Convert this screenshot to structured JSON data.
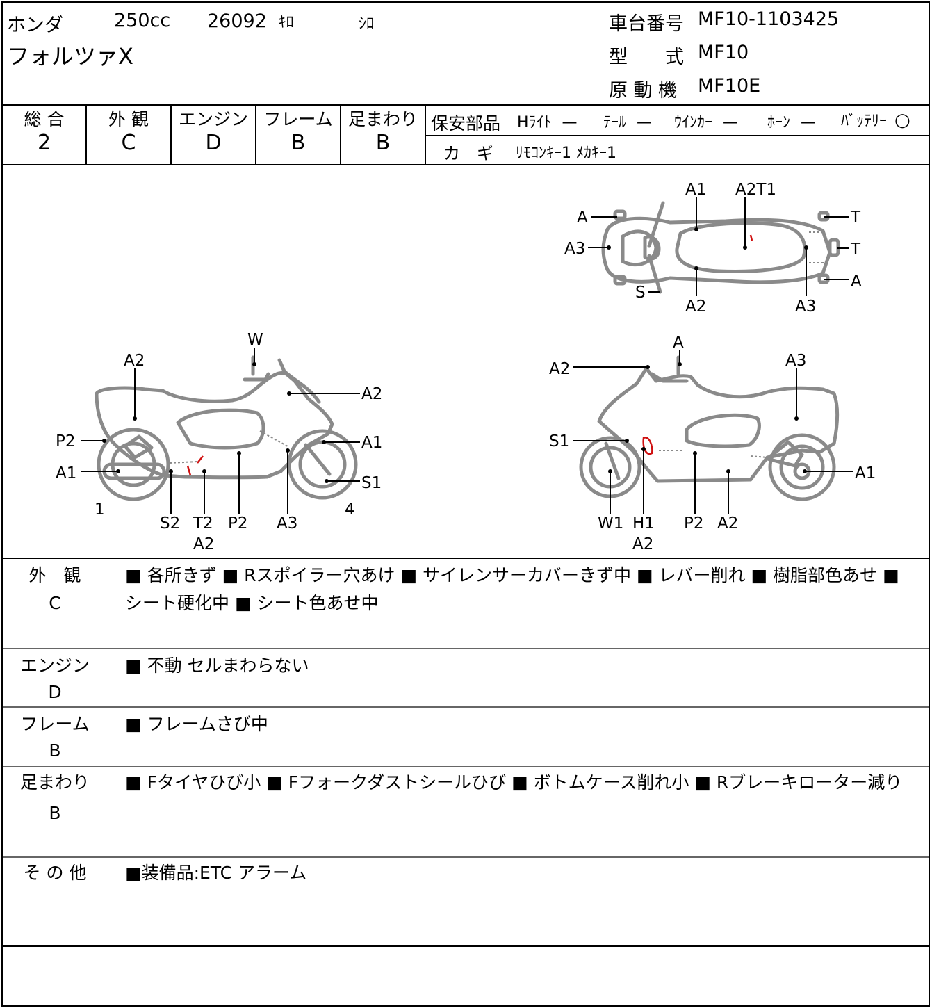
{
  "header": {
    "maker": "ホンダ",
    "displacement": "250cc",
    "mileage": "26092",
    "mileage_unit": "ｷﾛ",
    "color": "ｼﾛ",
    "model_name": "フォルツァX",
    "frame_no_label": "車台番号",
    "frame_no": "MF10-1103425",
    "type_label": "型　　式",
    "type_value": "MF10",
    "engine_label": "原 動 機",
    "engine_value": "MF10E"
  },
  "grades": [
    {
      "label": "総 合",
      "value": "2"
    },
    {
      "label": "外 観",
      "value": "C"
    },
    {
      "label": "エンジン",
      "value": "D"
    },
    {
      "label": "フレーム",
      "value": "B"
    },
    {
      "label": "足まわり",
      "value": "B"
    }
  ],
  "safety_parts": {
    "label": "保安部品",
    "items": [
      {
        "name": "Hﾗｲﾄ",
        "mark": "—"
      },
      {
        "name": "ﾃｰﾙ",
        "mark": "—"
      },
      {
        "name": "ｳｲﾝｶｰ",
        "mark": "—"
      },
      {
        "name": "ﾎｰﾝ",
        "mark": "—"
      },
      {
        "name": "ﾊﾞｯﾃﾘｰ",
        "mark": "○"
      }
    ]
  },
  "keys": {
    "label": "カ　ギ",
    "value": "ﾘﾓｺﾝｷｰ1 ﾒｶｷｰ1"
  },
  "diagram_labels": {
    "top": [
      "A1",
      "A2T1",
      "A",
      "A3",
      "S",
      "A2",
      "A3",
      "T",
      "T",
      "A"
    ],
    "left": [
      "W",
      "A2",
      "A2",
      "P2",
      "A1",
      "A1",
      "S1",
      "1",
      "4",
      "S2",
      "T2",
      "A2",
      "P2",
      "A3"
    ],
    "right": [
      "A",
      "A2",
      "A3",
      "S1",
      "A1",
      "W1",
      "H1",
      "A2",
      "P2",
      "A2"
    ]
  },
  "sections": [
    {
      "label": "外　観",
      "grade": "C",
      "text": "■ 各所きず ■ Rスポイラー穴あけ ■ サイレンサーカバーきず中 ■ レバー削れ ■ 樹脂部色あせ ■ シート硬化中 ■ シート色あせ中"
    },
    {
      "label": "エンジン",
      "grade": "D",
      "text": "■ 不動 セルまわらない"
    },
    {
      "label": "フレーム",
      "grade": "B",
      "text": "■ フレームさび中"
    },
    {
      "label": "足まわり",
      "grade": "B",
      "text": "■ Fタイヤひび小 ■ Fフォークダストシールひび ■ ボトムケース削れ小 ■ Rブレーキローター減り"
    },
    {
      "label": "そ の 他",
      "grade": "",
      "text": "■装備品:ETC アラーム"
    }
  ]
}
